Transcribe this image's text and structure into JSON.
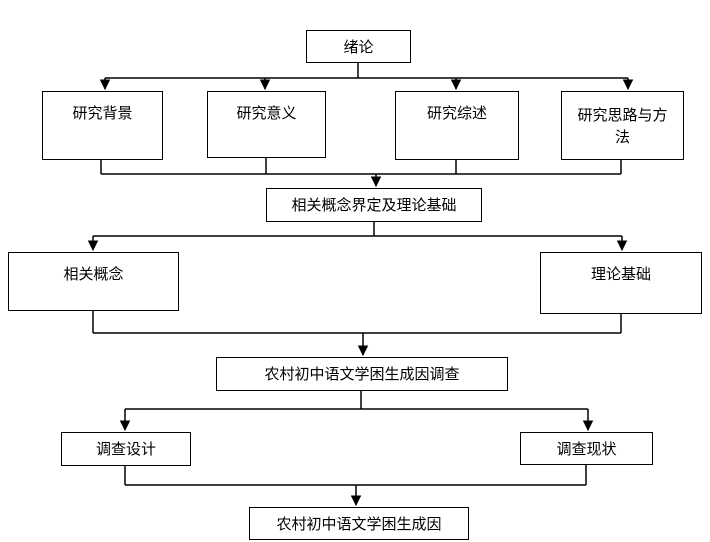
{
  "diagram": {
    "root": "绪论",
    "level1": [
      "研究背景",
      "研究意义",
      "研究综述",
      "研究思路与方法"
    ],
    "merge1": "相关概念界定及理论基础",
    "level2": [
      "相关概念",
      "理论基础"
    ],
    "merge2": "农村初中语文学困生成因调查",
    "level3": [
      "调查设计",
      "调查现状"
    ],
    "result": "农村初中语文学困生成因"
  }
}
